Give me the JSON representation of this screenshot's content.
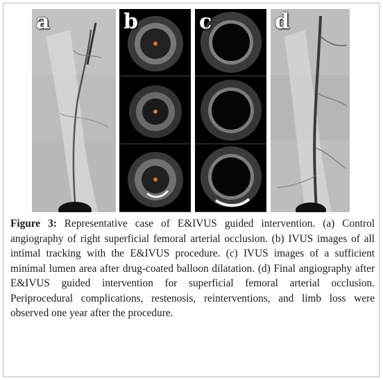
{
  "panels": {
    "a": {
      "label": "a"
    },
    "b": {
      "label": "b"
    },
    "c": {
      "label": "c"
    },
    "d": {
      "label": "d"
    }
  },
  "caption": {
    "figure_label": "Figure 3:",
    "text": "Representative case of E&IVUS guided intervention. (a) Control angiography of right superficial femoral arterial occlusion. (b) IVUS images of all intimal tracking with the E&IVUS procedure. (c) IVUS images of a sufficient minimal lumen area after drug-coated balloon dilatation. (d) Final angiography after E&IVUS guided intervention for superficial femoral arterial occlusion. Periprocedural complications, restenosis, reinterventions, and limb loss were observed one year after the procedure."
  }
}
